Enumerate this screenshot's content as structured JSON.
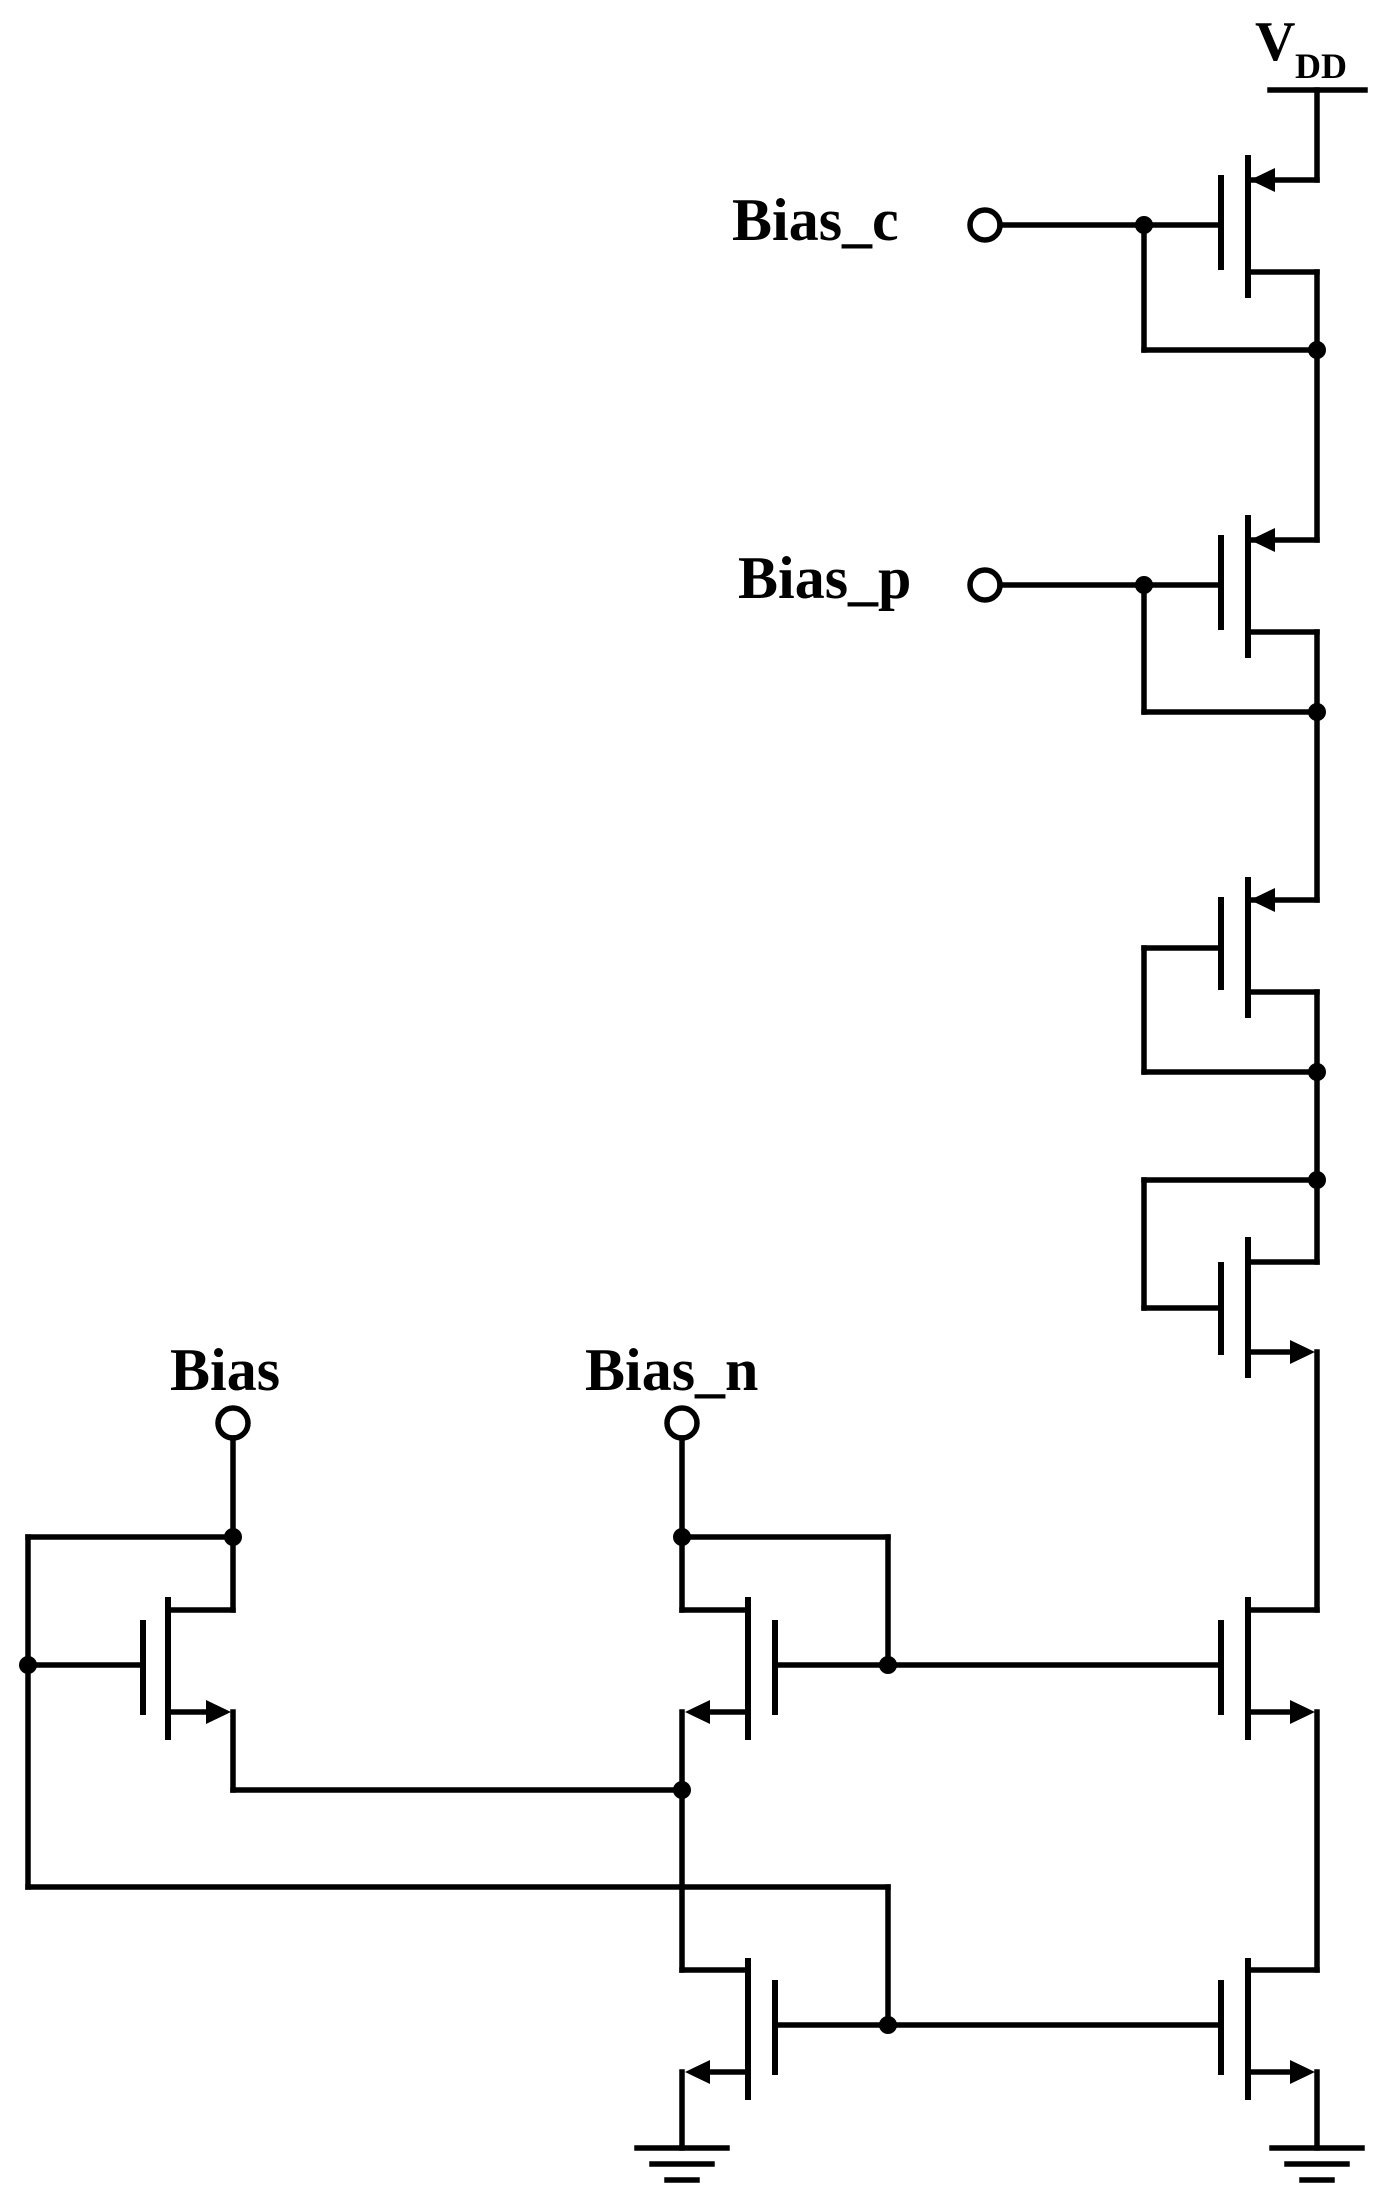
{
  "labels": {
    "vdd_main": "V",
    "vdd_sub": "DD",
    "bias_c": "Bias_c",
    "bias_p": "Bias_p",
    "bias": "Bias",
    "bias_n": "Bias_n"
  },
  "transistors": [
    {
      "id": "M_pmos_top",
      "type": "PMOS",
      "gate_net": "Bias_c"
    },
    {
      "id": "M_pmos_mid",
      "type": "PMOS",
      "gate_net": "Bias_p"
    },
    {
      "id": "M_pmos_diode",
      "type": "PMOS",
      "gate_net": "drain (diode-connected)"
    },
    {
      "id": "M_nmos_diode",
      "type": "NMOS",
      "gate_net": "drain (diode-connected)"
    },
    {
      "id": "M_nmos_bias",
      "type": "NMOS",
      "gate_net": "feedback"
    },
    {
      "id": "M_nmos_biasn",
      "type": "NMOS",
      "gate_net": "Bias_n"
    },
    {
      "id": "M_nmos_cascode_right",
      "type": "NMOS",
      "gate_net": "Bias_n"
    },
    {
      "id": "M_nmos_tail_left",
      "type": "NMOS",
      "gate_net": "feedback"
    },
    {
      "id": "M_nmos_tail_right",
      "type": "NMOS",
      "gate_net": "feedback"
    }
  ],
  "grounds": 2
}
